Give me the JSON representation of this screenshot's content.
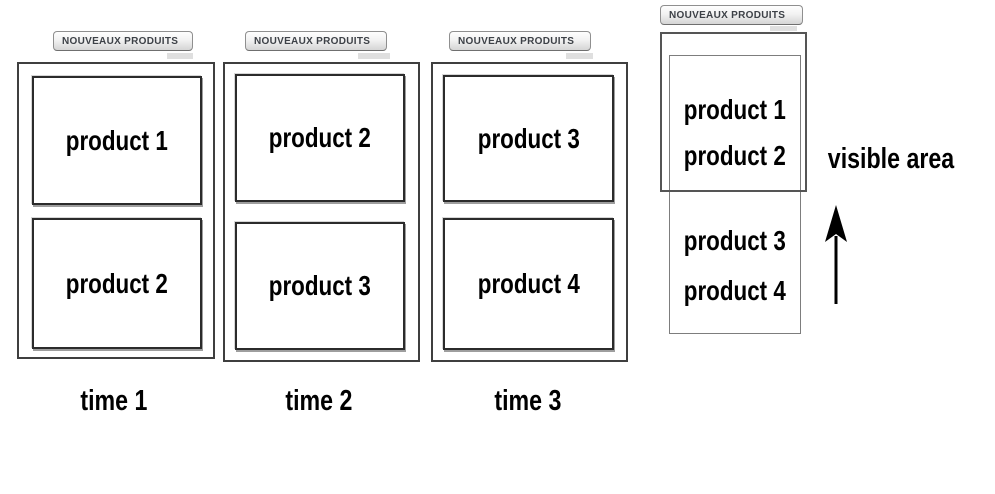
{
  "widget_tab_label": "NOUVEAUX PRODUITS",
  "time_panels": [
    {
      "time_label": "time 1",
      "products": [
        "product 1",
        "product 2"
      ]
    },
    {
      "time_label": "time 2",
      "products": [
        "product 2",
        "product 3"
      ]
    },
    {
      "time_label": "time 3",
      "products": [
        "product 3",
        "product 4"
      ]
    }
  ],
  "scroll_illustration": {
    "tab_label": "NOUVEAUX PRODUITS",
    "product_list": [
      "product 1",
      "product 2",
      "product 3",
      "product 4"
    ],
    "visible_products": [
      "product 1",
      "product 2"
    ],
    "visible_area_label": "visible area",
    "arrow_icon": "up-arrow",
    "arrow_direction": "up"
  },
  "colors": {
    "background": "#ffffff",
    "text": "#000000",
    "tab_text": "#3d4147",
    "tab_border": "#8f8f8f",
    "panel_border": "#3f3f3f",
    "tile_border": "#2b2b2b",
    "illustration_border": "#6b6b6b"
  }
}
